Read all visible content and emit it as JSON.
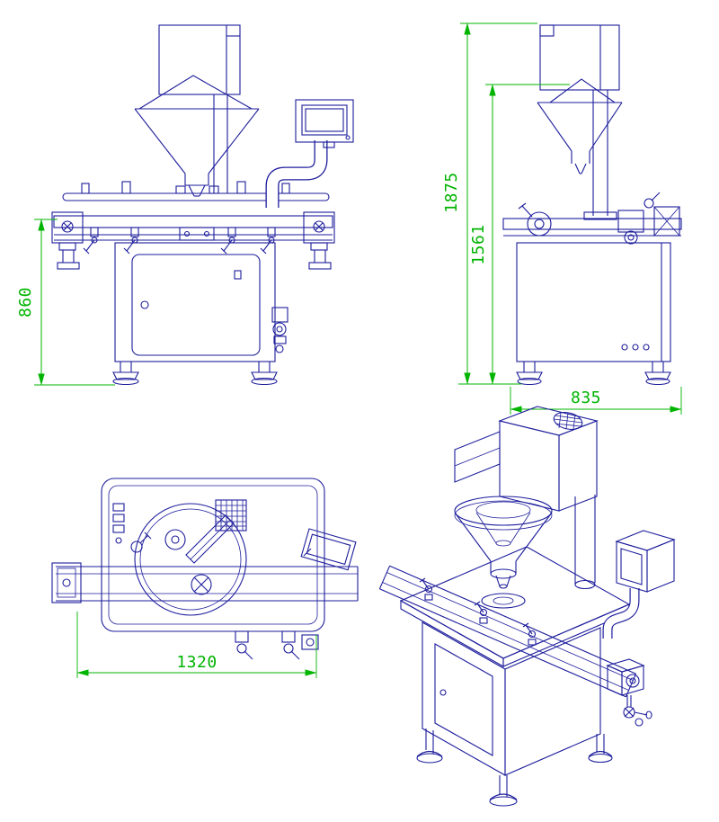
{
  "page": {
    "background": "#ffffff"
  },
  "drawing": {
    "kind": "CAD engineering drawing of an auger filling packaging machine",
    "views": [
      "front",
      "side",
      "top",
      "isometric"
    ],
    "colors": {
      "line": "#1d1d9c",
      "dimension": "#00b400",
      "background": "#ffffff"
    }
  },
  "dimensions": {
    "front_height": "860",
    "overall_height": "1875",
    "intermediate_height": "1561",
    "side_width": "835",
    "conveyor_length": "1320"
  }
}
